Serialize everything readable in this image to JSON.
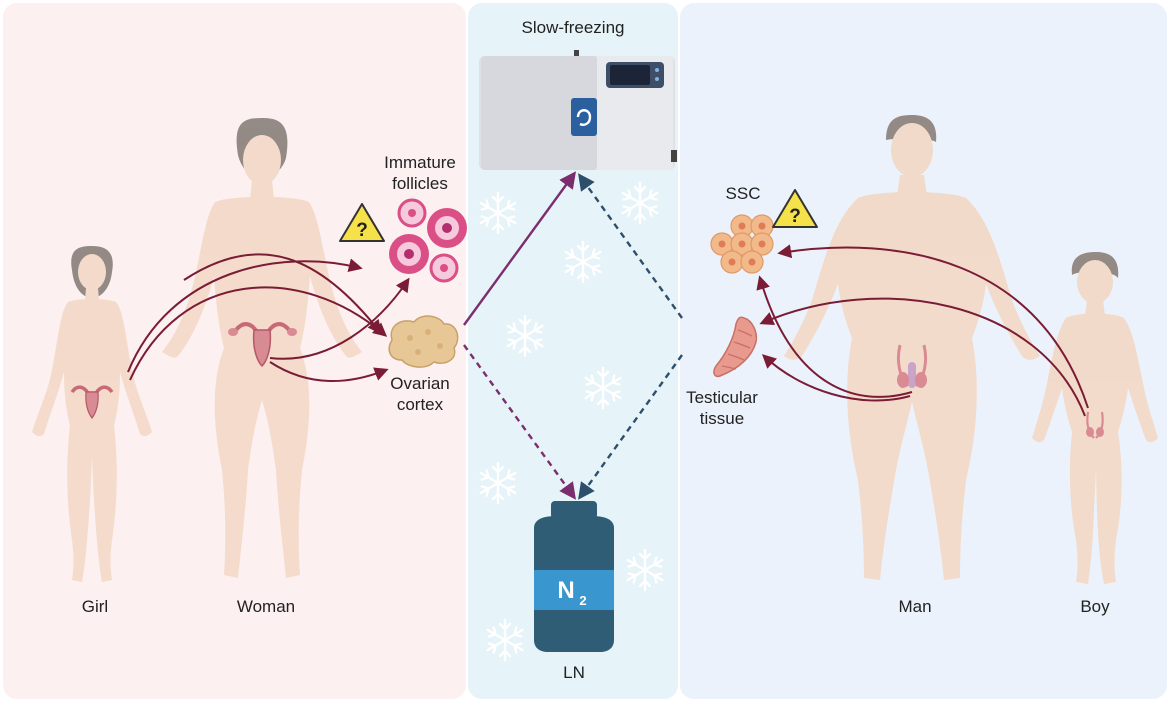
{
  "labels": {
    "slow_freezing": "Slow-freezing",
    "immature_line1": "Immature",
    "immature_line2": "follicles",
    "ovarian_line1": "Ovarian",
    "ovarian_line2": "cortex",
    "ssc": "SSC",
    "testicular_line1": "Testicular",
    "testicular_line2": "tissue",
    "ln": "LN",
    "n2_main": "N",
    "n2_sub": "2",
    "girl": "Girl",
    "woman": "Woman",
    "man": "Man",
    "boy": "Boy",
    "warning_mark": "?"
  },
  "colors": {
    "female_panel": "#fcf0f1",
    "center_panel": "#e6f3f8",
    "male_panel": "#ebf2fb",
    "body_skin": "#f3d9c8",
    "hair": "#8f8580",
    "arrow_maroon": "#7a1c35",
    "arrow_purple": "#7b2d6e",
    "dashed_blue": "#2d4f6b",
    "dewar": "#2f5d75",
    "dewar_band": "#3a96cf",
    "warning_yellow": "#f5e14a",
    "follicle_pink": "#d94f86",
    "ssc_orange": "#f2b98a",
    "tissue_beige": "#e8c797"
  },
  "icons": [
    "warning-icon",
    "snowflake-icon",
    "freezer-icon",
    "dewar-icon",
    "follicle-icon",
    "ssc-cell-icon",
    "ovarian-cortex-icon",
    "testicular-tissue-icon",
    "uterus-icon",
    "male-reproductive-icon"
  ]
}
